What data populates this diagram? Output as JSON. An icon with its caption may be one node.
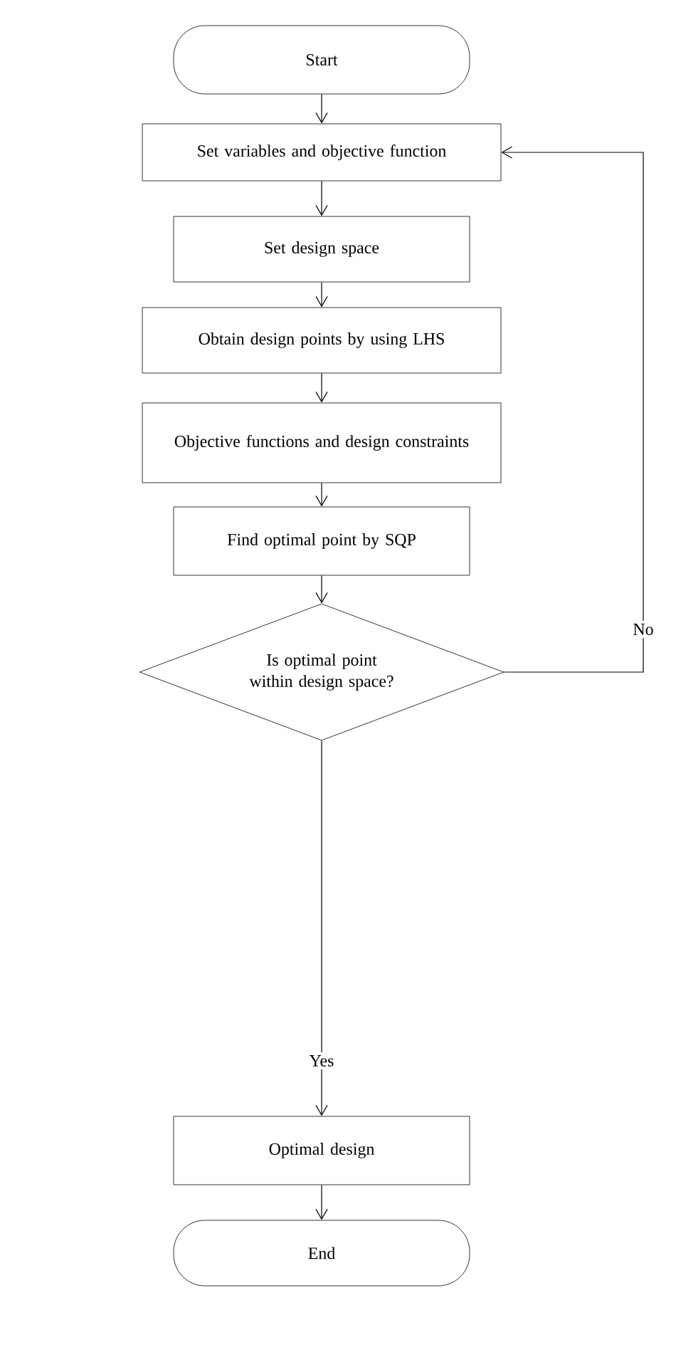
{
  "diagram": {
    "nodes": [
      {
        "text": [
          "Start"
        ]
      },
      {
        "text": [
          "Set variables and objective function"
        ]
      },
      {
        "text": [
          "Set design space"
        ]
      },
      {
        "text": [
          "Obtain design points by using LHS"
        ]
      },
      {
        "text": [
          "Objective functions and design constraints"
        ]
      },
      {
        "text": [
          "Find optimal point by SQP"
        ]
      },
      {
        "text": [
          "Is optimal point within design space?"
        ]
      },
      {
        "text": [
          "Optimal design"
        ]
      },
      {
        "text": [
          "End"
        ]
      }
    ],
    "edges": [
      {
        "from": 0,
        "to": 1,
        "arrow": "to"
      },
      {
        "from": 1,
        "to": 2,
        "arrow": "to"
      },
      {
        "from": 2,
        "to": 3,
        "arrow": "to"
      },
      {
        "from": 3,
        "to": 4,
        "arrow": "to"
      },
      {
        "from": 4,
        "to": 5,
        "arrow": "to"
      },
      {
        "from": 5,
        "to": 6,
        "arrow": "to"
      },
      {
        "from": 6,
        "to": 7,
        "arrow": "to",
        "label": "Yes"
      },
      {
        "from": 7,
        "to": 8,
        "arrow": "to"
      },
      {
        "from": 6,
        "to": 1,
        "arrow": "to",
        "label": "No"
      }
    ]
  }
}
